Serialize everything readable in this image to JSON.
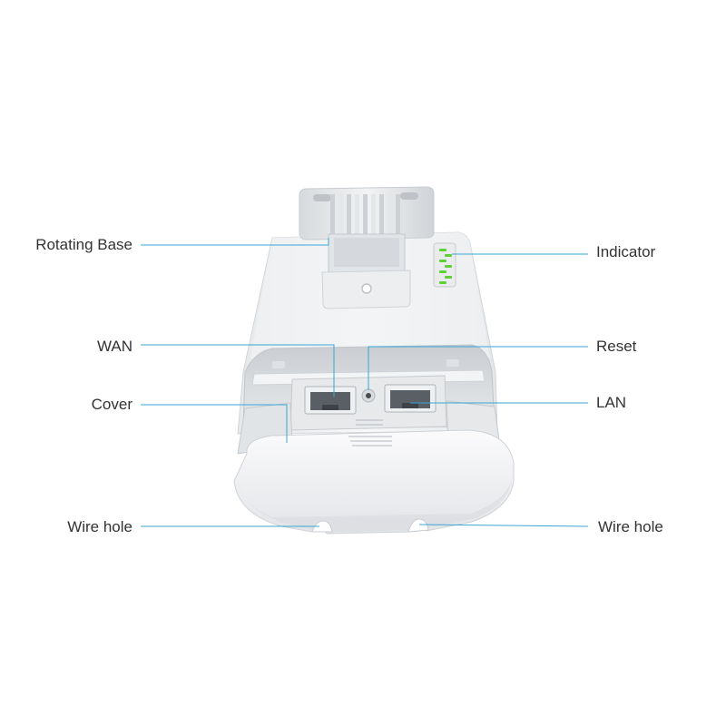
{
  "labels": {
    "rotating_base": "Rotating Base",
    "indicator": "Indicator",
    "wan": "WAN",
    "reset": "Reset",
    "cover": "Cover",
    "lan": "LAN",
    "wire_hole_left": "Wire hole",
    "wire_hole_right": "Wire hole"
  },
  "colors": {
    "leader_line": "#3aa6d6",
    "label_text": "#333333",
    "body_white": "#f4f5f6",
    "body_shadow": "#d9dcdf",
    "led_green": "#5fcf3a",
    "port_dark": "#555a60"
  },
  "indicator_leds": 7
}
